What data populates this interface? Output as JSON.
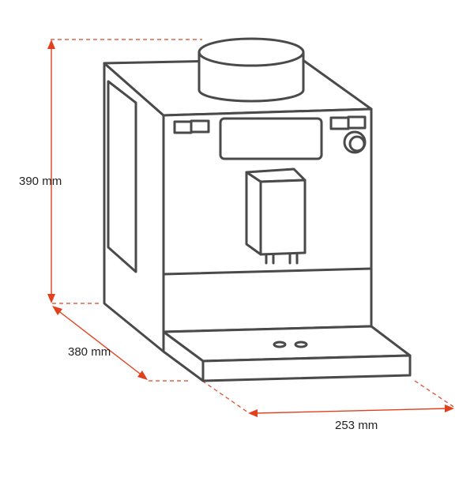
{
  "dimensions": {
    "height": "390 mm",
    "depth": "380 mm",
    "width": "253 mm"
  },
  "colors": {
    "dimension": "#e2401c",
    "outline": "#4a4a4a",
    "label": "#222222"
  },
  "icons": [
    "coffee-machine-outline",
    "dimension-arrow"
  ]
}
